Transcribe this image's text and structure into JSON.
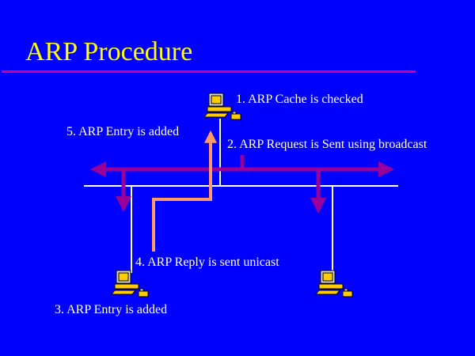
{
  "title": "ARP Procedure",
  "steps": {
    "step1": "1. ARP Cache is checked",
    "step2": "2. ARP Request is Sent using broadcast",
    "step3": "3. ARP Entry is added",
    "step4": "4. ARP Reply is sent unicast",
    "step5": "5. ARP Entry is added"
  },
  "colors": {
    "background": "#0000ff",
    "title": "#ffff00",
    "rule": "#cc0099",
    "broadcast": "#990099",
    "reply": "#ff9966",
    "network": "#ffffff"
  },
  "icons": {
    "source": "computer-icon",
    "target": "computer-icon",
    "other": "computer-icon"
  }
}
